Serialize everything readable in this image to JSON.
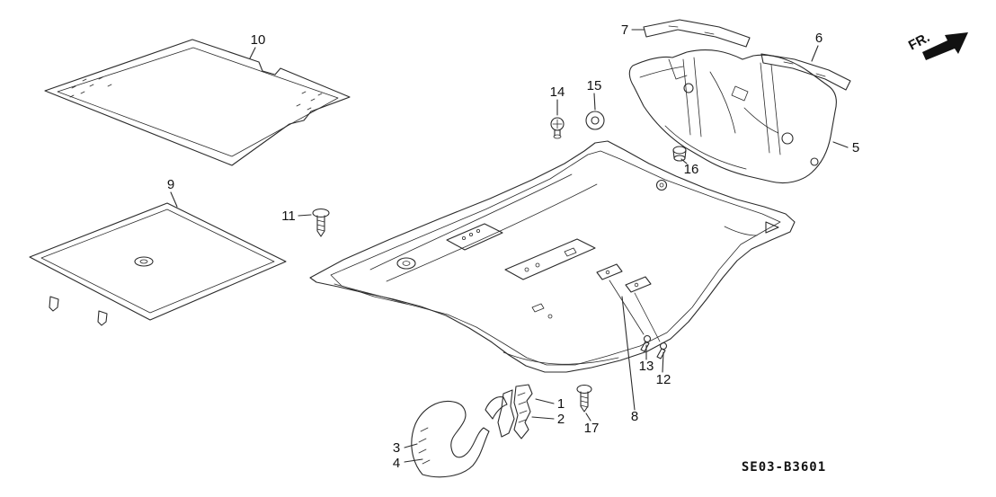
{
  "diagram": {
    "code": "SE03-B3601",
    "fr_label": "FR.",
    "callouts": {
      "c1": "1",
      "c2": "2",
      "c3": "3",
      "c4": "4",
      "c5": "5",
      "c6": "6",
      "c7": "7",
      "c8": "8",
      "c9": "9",
      "c10": "10",
      "c11": "11",
      "c12": "12",
      "c13": "13",
      "c14": "14",
      "c15": "15",
      "c16": "16",
      "c17": "17"
    }
  }
}
